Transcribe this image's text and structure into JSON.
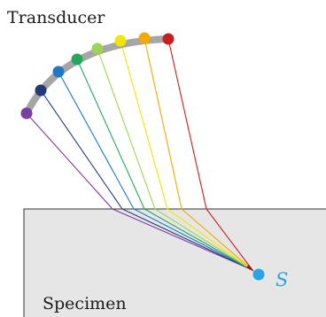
{
  "labels": {
    "transducer": "Transducer",
    "specimen": "Specimen",
    "focal_point": "S"
  },
  "colors": {
    "specimen_fill": "#e6e6e6",
    "specimen_edge": "#333333",
    "transducer_arc": "#a6a6a6",
    "focal_point": "#29a3e6",
    "focal_label": "#29a3e6"
  },
  "elements": [
    {
      "name": "element-1",
      "color": "#7b3fa3"
    },
    {
      "name": "element-2",
      "color": "#1f3a78"
    },
    {
      "name": "element-3",
      "color": "#1f78c8"
    },
    {
      "name": "element-4",
      "color": "#26a65b"
    },
    {
      "name": "element-5",
      "color": "#9fd356"
    },
    {
      "name": "element-6",
      "color": "#f2e600"
    },
    {
      "name": "element-7",
      "color": "#f2a900"
    },
    {
      "name": "element-8",
      "color": "#c81e1e"
    }
  ]
}
